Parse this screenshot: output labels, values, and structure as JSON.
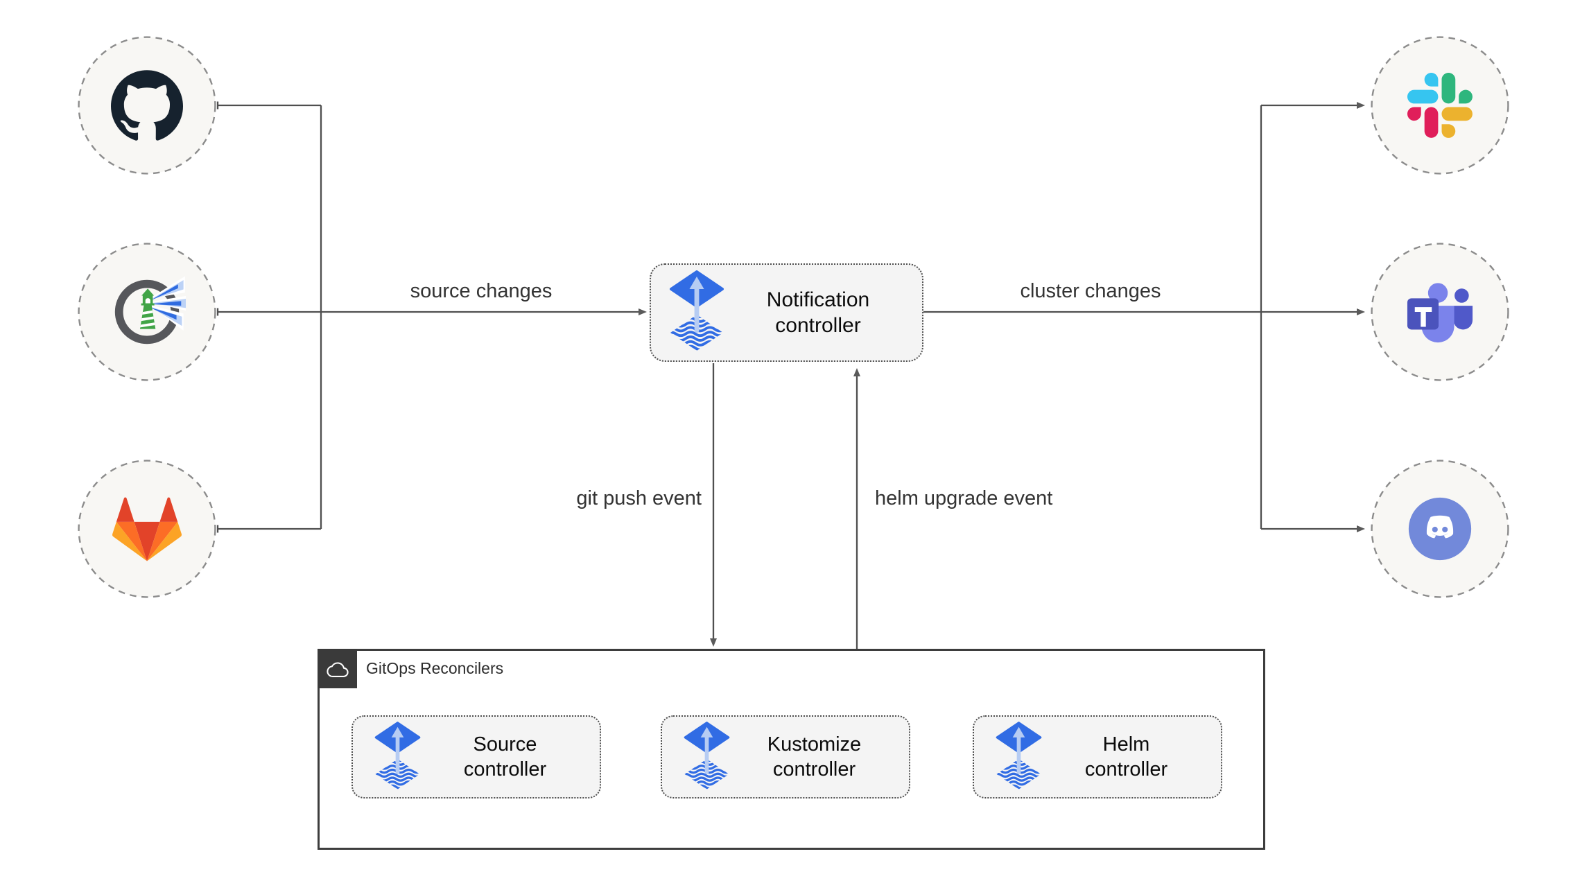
{
  "diagram": {
    "edge_labels": {
      "source_changes": "source changes",
      "cluster_changes": "cluster changes",
      "git_push_event": "git push event",
      "helm_upgrade_event": "helm upgrade event"
    },
    "notification_controller": {
      "label": "Notification controller"
    },
    "reconcilers": {
      "title": "GitOps Reconcilers",
      "controllers": [
        {
          "label": "Source controller"
        },
        {
          "label": "Kustomize controller"
        },
        {
          "label": "Helm controller"
        }
      ]
    },
    "sources": [
      {
        "icon": "github-icon"
      },
      {
        "icon": "harbor-icon"
      },
      {
        "icon": "gitlab-icon"
      }
    ],
    "targets": [
      {
        "icon": "slack-icon"
      },
      {
        "icon": "teams-icon"
      },
      {
        "icon": "discord-icon"
      }
    ],
    "colors": {
      "flux_blue": "#316CE4",
      "flux_arrow_light": "#B6CCF3",
      "connector_gray": "#4f4f4f",
      "node_fill": "#f8f7f4",
      "box_fill": "#f4f4f4",
      "gitlab_red": "#e24329",
      "gitlab_orange": "#fc6d26",
      "gitlab_yellow": "#fca326",
      "slack_blue": "#36C5F0",
      "slack_green": "#2EB67D",
      "slack_red": "#E01E5A",
      "slack_yellow": "#ECB22E",
      "teams_purple": "#4B53BC",
      "discord_blurple": "#7289DA",
      "harbor_green": "#41a447"
    }
  }
}
